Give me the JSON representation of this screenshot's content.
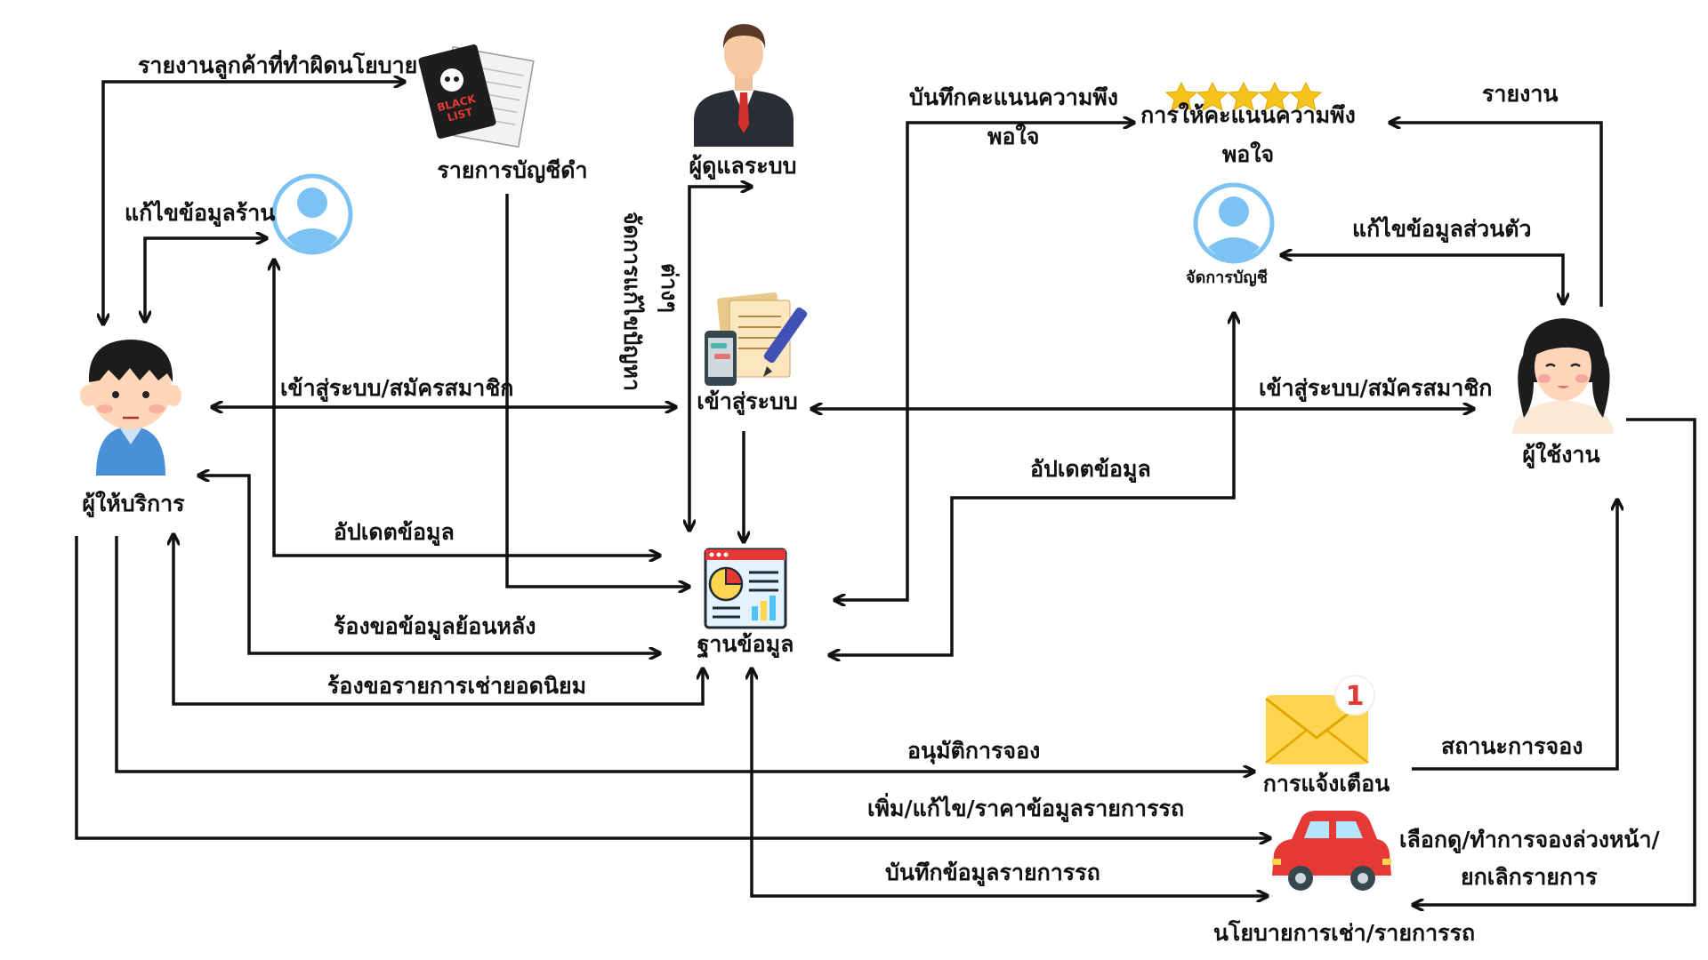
{
  "nodes": {
    "provider": "ผู้ให้บริการ",
    "user": "ผู้ใช้งาน",
    "admin": "ผู้ดูแลระบบ",
    "blacklist": "รายการบัญชีดำ",
    "login": "เข้าสู่ระบบ",
    "database": "ฐานข้อมูล",
    "rating_line1": "การให้คะแนนความพึง",
    "rating_line2": "พอใจ",
    "account": "จัดการบัญชี",
    "notification": "การแจ้งเตือน",
    "car_policy": "นโยบายการเช่า/รายการรถ"
  },
  "blacklist_icon_text": [
    "BLACK",
    "LIST"
  ],
  "notification_badge": "1",
  "rating_stars": 5,
  "edges": {
    "report_bad_customer": "รายงานลูกค้าที่ทำผิดนโยบาย",
    "edit_shop": "แก้ไขข้อมูลร้าน",
    "provider_login": "เข้าสู่ระบบ/สมัครสมาชิก",
    "provider_update": "อัปเดตข้อมูล",
    "request_history": "ร้องขอข้อมูลย้อนหลัง",
    "request_popular": "ร้องขอรายการเช่ายอดนิยม",
    "approve_booking": "อนุมัติการจอง",
    "add_edit_cars": "เพิ่ม/แก้ไข/ราคาข้อมูลรายการรถ",
    "save_cars": "บันทึกข้อมูลรายการรถ",
    "admin_manage_line1": "จัดการแก้ไขปัญหา",
    "admin_manage_line2": "ต่างๆ",
    "save_rating_line1": "บันทึกคะแนนความพึง",
    "save_rating_line2": "พอใจ",
    "report": "รายงาน",
    "edit_personal": "แก้ไขข้อมูลส่วนตัว",
    "user_login": "เข้าสู่ระบบ/สมัครสมาชิก",
    "user_update": "อัปเดตข้อมูล",
    "booking_status": "สถานะการจอง",
    "browse_line1": "เลือกดู/ทำการจองล่วงหน้า/",
    "browse_line2": "ยกเลิกรายการ"
  },
  "colors": {
    "line": "#111111",
    "avatar_blue": "#7cc2f2",
    "star": "#f6c21c",
    "envelope": "#ffd54f",
    "badge": "#e53935",
    "car": "#e53935",
    "db_blue": "#4fc3f7"
  }
}
